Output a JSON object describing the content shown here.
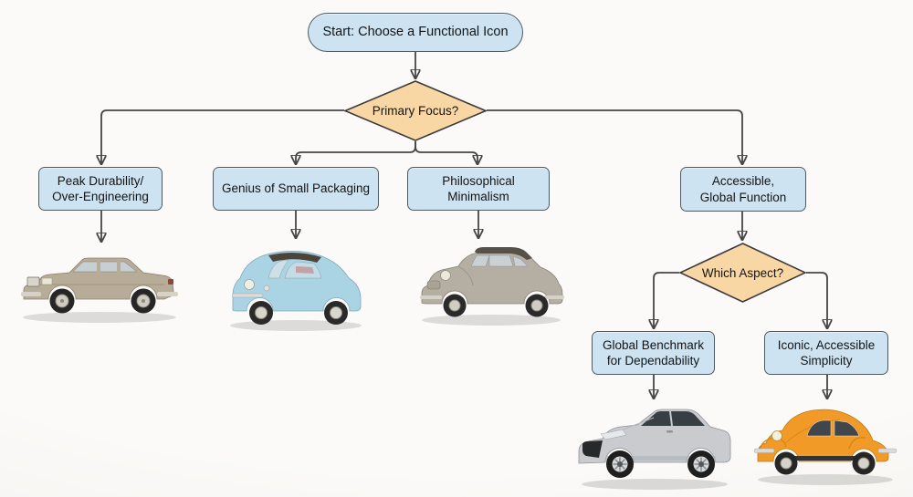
{
  "flowchart": {
    "start": "Start: Choose a Functional Icon",
    "decision1": "Primary Focus?",
    "decision2": "Which Aspect?",
    "branches": {
      "durability": "Peak Durability/\nOver-Engineering",
      "packaging": "Genius of Small Packaging",
      "minimalism": "Philosophical Minimalism",
      "accessible": "Accessible,\nGlobal Function",
      "benchmark": "Global Benchmark\nfor Dependability",
      "simplicity": "Iconic, Accessible\nSimplicity"
    }
  },
  "colors": {
    "node_fill": "#cde3f2",
    "node_border": "#4d5a63",
    "decision_fill": "#f8d7a4",
    "decision_border": "#3c3c3c",
    "connector": "#454545",
    "text": "#141414",
    "background": "#faf9f6"
  },
  "icons": [
    {
      "name": "beige-classic-sedan-car-icon",
      "body_color": "#b7ac97"
    },
    {
      "name": "light-blue-microcar-icon",
      "body_color": "#aad3e4"
    },
    {
      "name": "grey-classic-economy-car-icon",
      "body_color": "#b4afa2"
    },
    {
      "name": "silver-modern-sedan-car-icon",
      "body_color": "#c9cbce"
    },
    {
      "name": "orange-beetle-car-icon",
      "body_color": "#f19a27"
    }
  ]
}
